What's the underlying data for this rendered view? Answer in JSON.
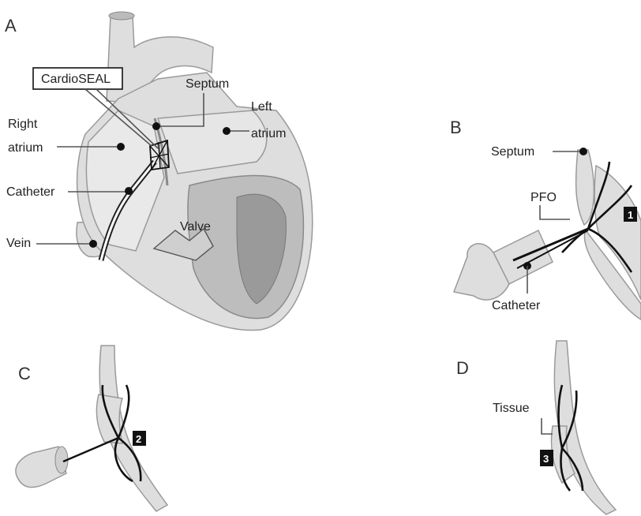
{
  "panels": {
    "a": {
      "letter": "A",
      "labels": {
        "device": "CardioSEAL",
        "septum": "Septum",
        "left_atrium_1": "Left",
        "left_atrium_2": "atrium",
        "right_atrium_1": "Right",
        "right_atrium_2": "atrium",
        "catheter": "Catheter",
        "valve": "Valve",
        "vein": "Vein"
      }
    },
    "b": {
      "letter": "B",
      "labels": {
        "septum": "Septum",
        "pfo": "PFO",
        "catheter": "Catheter"
      },
      "step": "1"
    },
    "c": {
      "letter": "C",
      "step": "2"
    },
    "d": {
      "letter": "D",
      "labels": {
        "tissue": "Tissue"
      },
      "step": "3"
    }
  },
  "colors": {
    "tissue_light": "#dedede",
    "tissue_dark": "#bdbdbd",
    "wire": "#111111",
    "marker": "#111111"
  }
}
